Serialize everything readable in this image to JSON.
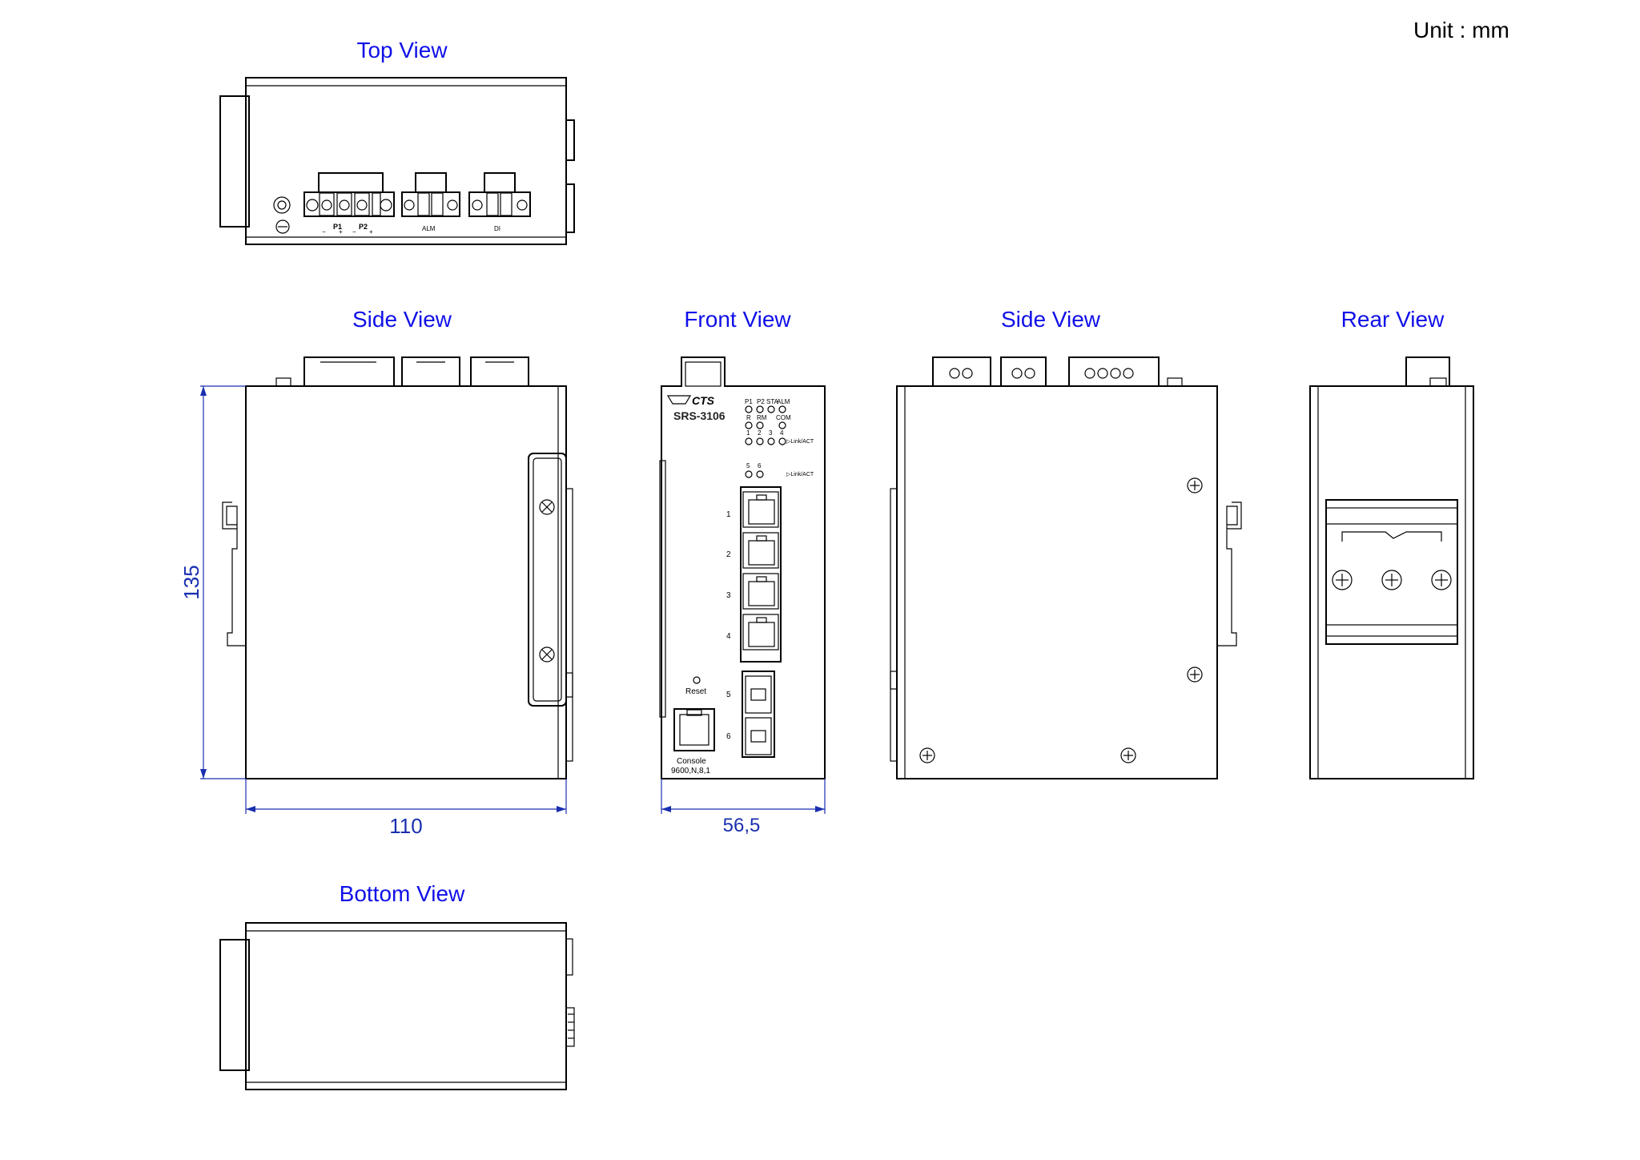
{
  "unit": "Unit : mm",
  "views": {
    "top": "Top View",
    "side_left": "Side View",
    "front": "Front View",
    "side_right": "Side View",
    "rear": "Rear View",
    "bottom": "Bottom View"
  },
  "dimensions": {
    "height": "135",
    "width": "110",
    "depth": "56,5"
  },
  "top_labels": {
    "p1": "P1",
    "p2": "P2",
    "minus1": "−",
    "plus1": "+",
    "minus2": "−",
    "plus2": "+",
    "alm": "ALM",
    "di": "DI"
  },
  "front_panel": {
    "brand": "CTS",
    "model": "SRS-3106",
    "led_row1": [
      "P1",
      "P2",
      "STA",
      "ALM"
    ],
    "led_row2": [
      "R",
      "RM",
      "COM"
    ],
    "led_row3": [
      "1",
      "2",
      "3",
      "4"
    ],
    "led_row4": [
      "5",
      "6"
    ],
    "link_act_1": "▷Link/ACT",
    "link_act_2": "▷Link/ACT",
    "ports": [
      "1",
      "2",
      "3",
      "4",
      "5",
      "6"
    ],
    "reset": "Reset",
    "console": "Console",
    "console_settings": "9600,N,8,1"
  }
}
